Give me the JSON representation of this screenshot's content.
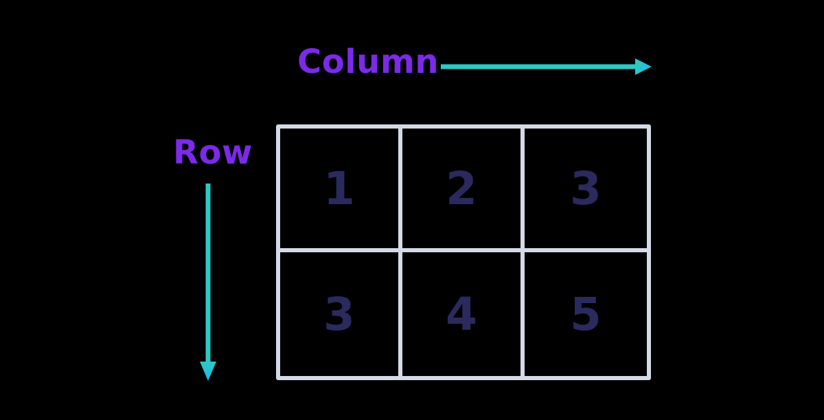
{
  "labels": {
    "column": "Column",
    "row": "Row"
  },
  "icons": {
    "column_arrow": "arrow-right-icon",
    "row_arrow": "arrow-down-icon"
  },
  "grid": {
    "rows": [
      [
        "1",
        "2",
        "3"
      ],
      [
        "3",
        "4",
        "5"
      ]
    ]
  },
  "colors": {
    "background": "#000000",
    "label": "#7C2AE8",
    "arrow_start": "#2BCBC3",
    "arrow_end": "#1CB9E9",
    "grid_border": "#D4DAE6",
    "cell_text": "#2B2A5E"
  }
}
